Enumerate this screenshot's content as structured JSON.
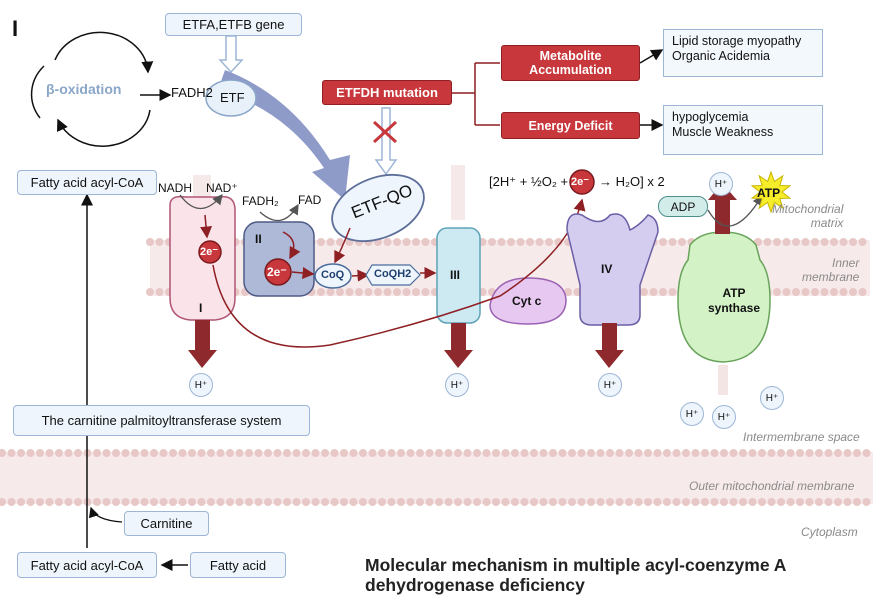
{
  "panel_label": "I",
  "gene_box": "ETFA,ETFB gene",
  "beta_oxidation": "β-oxidation",
  "fadh2_top": "FADH2",
  "etf": "ETF",
  "mutation": "ETFDH mutation",
  "metabolite": "Metabolite\nAccumulation",
  "energy_deficit": "Energy Deficit",
  "outcome1": "Lipid storage myopathy\nOrganic Acidemia",
  "outcome2": "hypoglycemia\nMuscle Weakness",
  "fatty_acid_top": "Fatty acid acyl-CoA",
  "nadh": "NADH",
  "nad": "NAD⁺",
  "fadh2_c2": "FADH₂",
  "fad": "FAD",
  "etf_qo": "ETF-QO",
  "electrons": "2e⁻",
  "complex_1": "I",
  "complex_2": "II",
  "complex_3": "III",
  "complex_4": "IV",
  "coq": "CoQ",
  "coqh2": "CoQH2",
  "cytc": "Cyt c",
  "reaction_left": "[2H⁺ + ½O₂ +",
  "reaction_right": "→ H₂O] x 2",
  "adp": "ADP",
  "atp": "ATP",
  "atp_synthase": "ATP\nsynthase",
  "proton": "H⁺",
  "mito_matrix": "Mitochondrial\nmatrix",
  "inner_membrane": "Inner\nmembrane",
  "intermembrane": "Intermembrane space",
  "outer_membrane": "Outer mitochondrial membrane",
  "cytoplasm": "Cytoplasm",
  "carnitine_system": "The carnitine palmitoyltransferase system",
  "carnitine": "Carnitine",
  "fatty_acid_bottom": "Fatty acid acyl-CoA",
  "fatty_acid": "Fatty acid",
  "title": "Molecular mechanism in multiple acyl-coenzyme A\ndehydrogenase deficiency",
  "colors": {
    "red": "#c8373b",
    "membrane": "#e8c7c7",
    "box_fill": "#eef5fc",
    "box_border": "#9db6d6",
    "complex1": "#fbe3ea",
    "complex2": "#aeb9d8",
    "complex3": "#cdeaf2",
    "complex4": "#d4cdf0",
    "cytc": "#e6c8f0",
    "atp_synthase": "#d3f2c6",
    "atp_star": "#f5ec2a"
  }
}
